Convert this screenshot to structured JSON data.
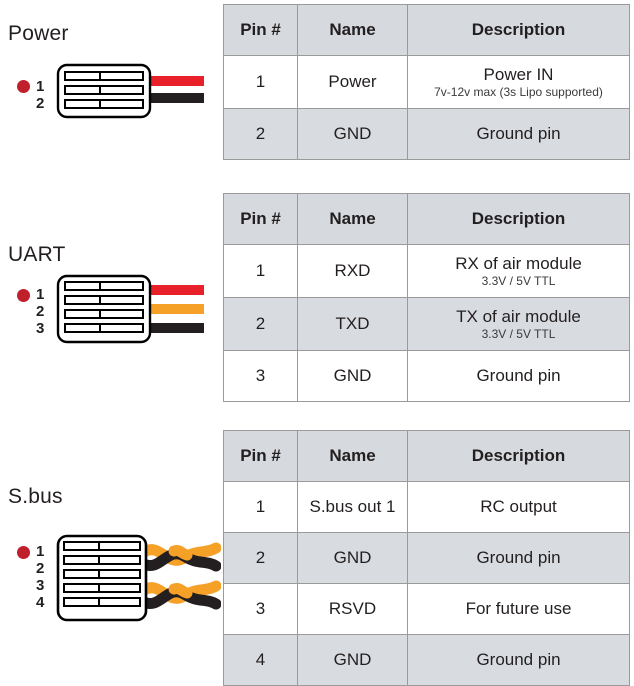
{
  "columns": {
    "pin": "Pin #",
    "name": "Name",
    "description": "Description"
  },
  "colors": {
    "header_bg": "#d6dade",
    "row_shaded_bg": "#d8dce0",
    "row_plain_bg": "#ffffff",
    "border": "#9a9a9a",
    "pin1_text": "#e03127",
    "pin_dot": "#c0202c",
    "wire_red": "#e8202a",
    "wire_black": "#231f20",
    "wire_orange": "#f5a127"
  },
  "sections": [
    {
      "label": "Power",
      "pin_numbers": [
        "1",
        "2"
      ],
      "wires": [
        "red",
        "black"
      ],
      "rows": [
        {
          "pin": "1",
          "name": "Power",
          "desc_main": "Power IN",
          "desc_sub": "7v-12v max (3s Lipo supported)",
          "shaded": false
        },
        {
          "pin": "2",
          "name": "GND",
          "desc_main": "Ground pin",
          "desc_sub": "",
          "shaded": true
        }
      ]
    },
    {
      "label": "UART",
      "pin_numbers": [
        "1",
        "2",
        "3"
      ],
      "wires": [
        "red",
        "orange",
        "black"
      ],
      "rows": [
        {
          "pin": "1",
          "name": "RXD",
          "desc_main": "RX of air module",
          "desc_sub": "3.3V / 5V TTL",
          "shaded": false
        },
        {
          "pin": "2",
          "name": "TXD",
          "desc_main": "TX of air module",
          "desc_sub": "3.3V / 5V TTL",
          "shaded": true
        },
        {
          "pin": "3",
          "name": "GND",
          "desc_main": "Ground pin",
          "desc_sub": "",
          "shaded": false
        }
      ]
    },
    {
      "label": "S.bus",
      "pin_numbers": [
        "1",
        "2",
        "3",
        "4"
      ],
      "wires": [
        "twisted-orange-black",
        "twisted-orange-black"
      ],
      "rows": [
        {
          "pin": "1",
          "name": "S.bus out 1",
          "desc_main": "RC output",
          "desc_sub": "",
          "shaded": false
        },
        {
          "pin": "2",
          "name": "GND",
          "desc_main": "Ground pin",
          "desc_sub": "",
          "shaded": true
        },
        {
          "pin": "3",
          "name": "RSVD",
          "desc_main": "For future use",
          "desc_sub": "",
          "shaded": false
        },
        {
          "pin": "4",
          "name": "GND",
          "desc_main": "Ground pin",
          "desc_sub": "",
          "shaded": true
        }
      ]
    }
  ]
}
